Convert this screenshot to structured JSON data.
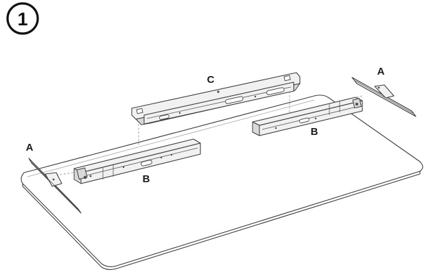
{
  "step": {
    "number": "1"
  },
  "labels": {
    "crossbar": "C",
    "bracket_right": "A",
    "bracket_left": "A",
    "rail_left": "B",
    "rail_right": "B"
  }
}
